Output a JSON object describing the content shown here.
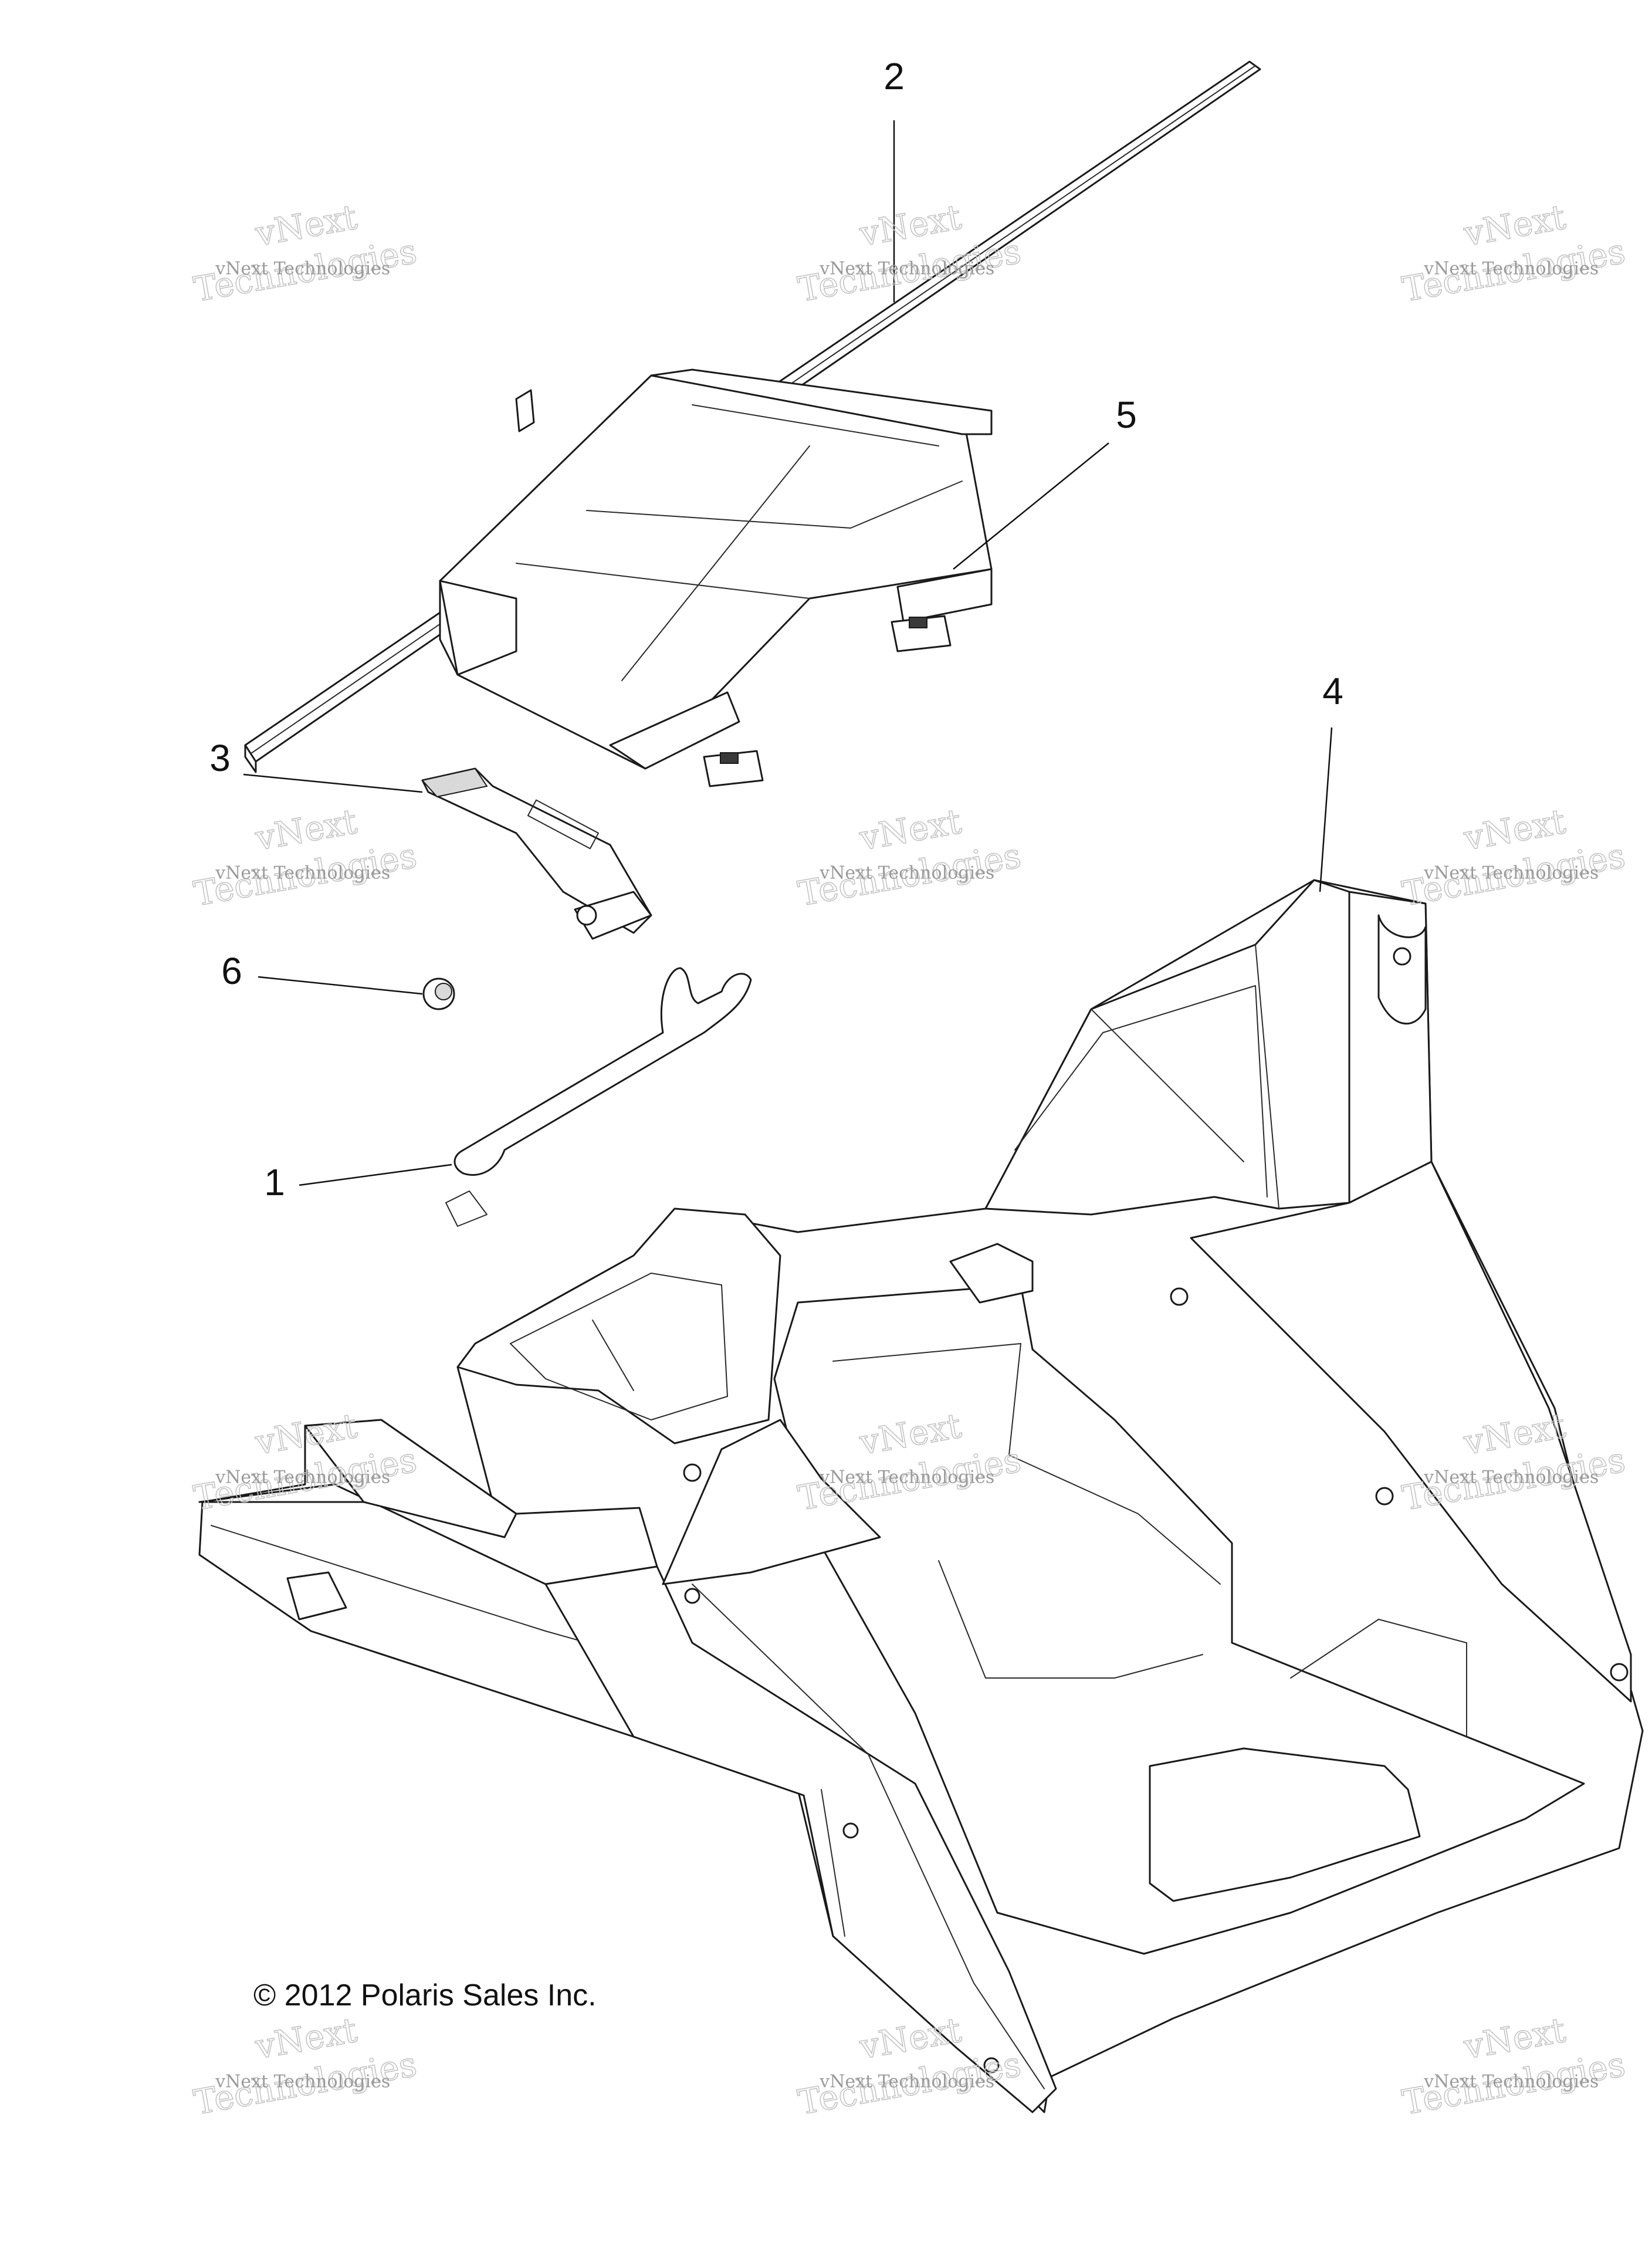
{
  "callouts": [
    {
      "id": "1",
      "label": "1"
    },
    {
      "id": "2",
      "label": "2"
    },
    {
      "id": "3",
      "label": "3"
    },
    {
      "id": "4",
      "label": "4"
    },
    {
      "id": "5",
      "label": "5"
    },
    {
      "id": "6",
      "label": "6"
    }
  ],
  "watermark": {
    "line1": "vNext",
    "line2": "Technologies",
    "small": "vNext Technologies"
  },
  "copyright": "© 2012 Polaris Sales Inc.",
  "colors": {
    "line": "#1a1a1a",
    "watermark": "#bdbdbd",
    "background": "#ffffff"
  }
}
